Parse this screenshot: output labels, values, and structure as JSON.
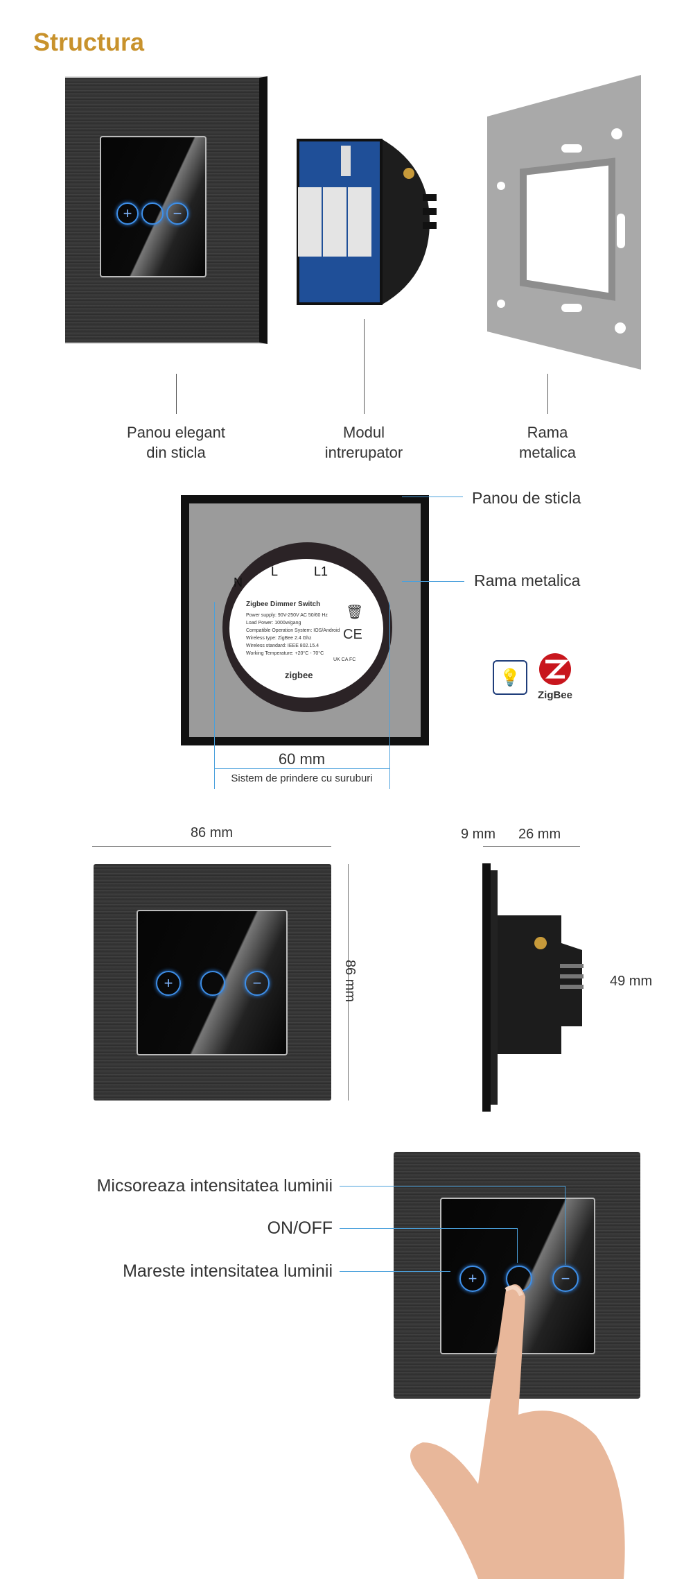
{
  "title": "Structura",
  "parts": [
    {
      "line1": "Panou elegant",
      "line2": "din sticla"
    },
    {
      "line1": "Modul",
      "line2": "intrerupator"
    },
    {
      "line1": "Rama",
      "line2": "metalica"
    }
  ],
  "back_view": {
    "label_glass": "Panou de sticla",
    "label_frame": "Rama metalica",
    "terminals": {
      "n": "N",
      "l": "L",
      "l1": "L1"
    },
    "sticker": {
      "heading": "Zigbee Dimmer Switch",
      "lines": [
        "Power supply: 90V-250V AC 50/60 Hz",
        "Load Power: 1000w/gang",
        "Compatible Operation System: IOS/Android",
        "Wireless type: ZigBee 2.4 Ghz",
        "Wireless standard: IEEE 802.15.4",
        "Working Temperature: +20°C - 70°C"
      ],
      "brand": "zigbee",
      "marks": "CE",
      "ukca": "UK CA",
      "fc": "FC"
    },
    "dimension": "60 mm",
    "dimension_caption": "Sistem de prindere cu suruburi",
    "zigbee_logo": "ZigBee",
    "icons": [
      "smart-bulb-icon",
      "zigbee-logo"
    ]
  },
  "dimensions": {
    "width": "86 mm",
    "height": "86 mm",
    "depth_front": "9 mm",
    "depth_back": "26 mm",
    "module_height": "49 mm"
  },
  "buttons": {
    "plus": "+",
    "minus": "−"
  },
  "usage": {
    "decrease": "Micsoreaza intensitatea luminii",
    "onoff": "ON/OFF",
    "increase": "Mareste intensitatea luminii"
  },
  "colors": {
    "accent": "#c8922c",
    "leader": "#4aa0dc",
    "led": "#3e8fe8"
  }
}
